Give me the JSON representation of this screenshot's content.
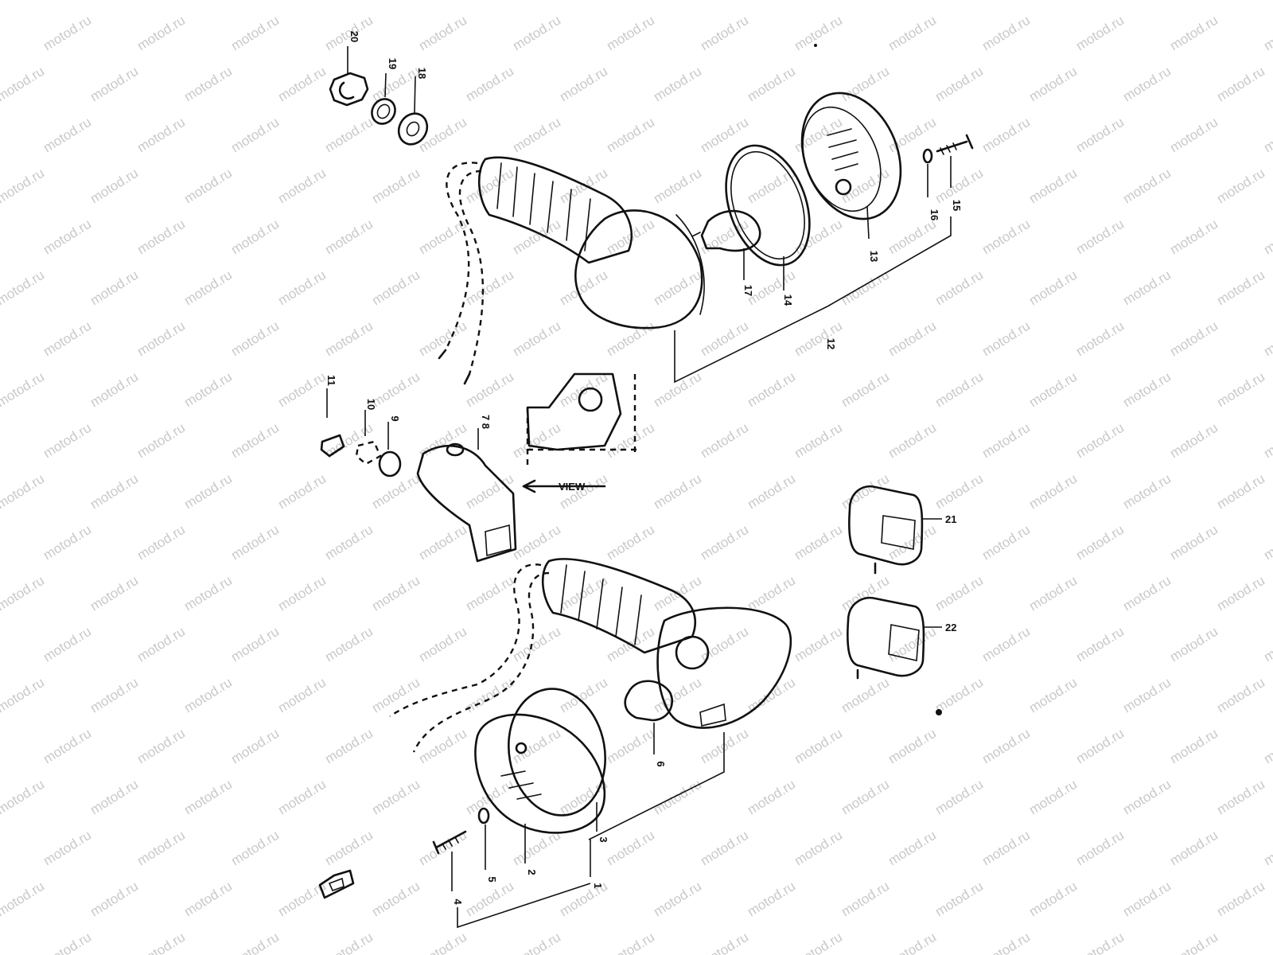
{
  "watermark": "motod.ru",
  "view_label": "VIEW",
  "callouts": {
    "c1": "1",
    "c2": "2",
    "c3": "3",
    "c4": "4",
    "c5": "5",
    "c6": "6",
    "c7_8": "7 8",
    "c9": "9",
    "c10": "10",
    "c11": "11",
    "c12": "12",
    "c13": "13",
    "c14": "14",
    "c15": "15",
    "c16": "16",
    "c17": "17",
    "c18": "18",
    "c19": "19",
    "c20": "20",
    "c21": "21",
    "c22": "22"
  },
  "colors": {
    "ink": "#111111",
    "watermark": "#c9c9c9",
    "paper": "#ffffff"
  }
}
